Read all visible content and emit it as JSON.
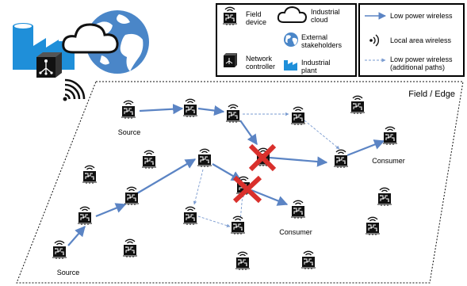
{
  "legend": {
    "field_device": "Field\ndevice",
    "industrial_cloud": "Industrial\ncloud",
    "external_stakeholders": "External\nstakeholders",
    "network_controller": "Network\ncontroller",
    "industrial_plant": "Industrial\nplant",
    "low_power_wireless": "Low power wireless",
    "local_area_wireless": "Local area wireless",
    "low_power_wireless_additional": "Low power wireless\n(additional paths)"
  },
  "field_edge_label": "Field / Edge",
  "node_labels": {
    "source_top": "Source",
    "source_bottom": "Source",
    "consumer_right": "Consumer",
    "consumer_center": "Consumer"
  },
  "colors": {
    "accent_blue": "#5b84c4",
    "plant_blue": "#1f8fd9",
    "globe_blue": "#4a86c8",
    "cross_red": "#d9302c",
    "device_black": "#111111"
  },
  "icons": {
    "field_device": "field-device-icon",
    "network_controller": "network-controller-icon",
    "industrial_cloud": "cloud-icon",
    "external_stakeholders": "globe-icon",
    "industrial_plant": "factory-icon",
    "failed_link": "cross-icon"
  }
}
